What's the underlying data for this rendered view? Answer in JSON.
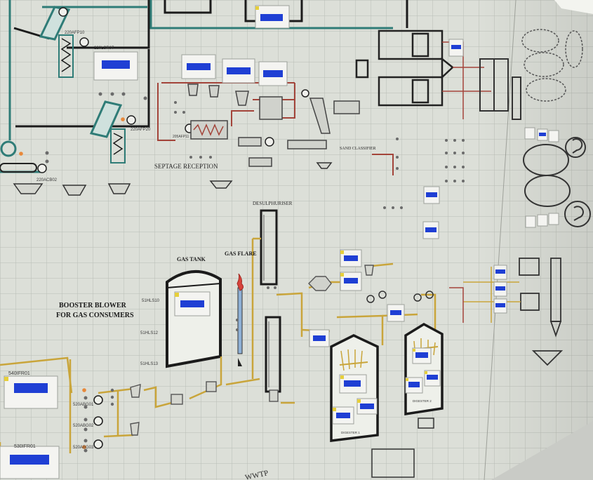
{
  "labels": {
    "septage_reception": "SEPTAGE RECEPTION",
    "sand_classifier": "SAND CLASSIFIER",
    "desulphuriser": "DESULPHURISER",
    "gas_tank": "GAS TANK",
    "gas_flare": "GAS FLARE",
    "booster_line1": "BOOSTER BLOWER",
    "booster_line2": "FOR GAS CONSUMERS",
    "wwtp": "WWTP",
    "digester_1": "DIGESTER 1",
    "digester_2": "DIGESTER 2"
  },
  "tags": {
    "t220afp10": "220AFP10",
    "t220lsr07": "220LSR07",
    "t220afp20": "220AFP20",
    "t220acb02": "220ACB02",
    "t205afp11": "205AFP11",
    "t51hls10": "51HLS10",
    "t51hls12": "51HLS12",
    "t51hls13": "51HLS13",
    "t540ifr01": "540IFR01",
    "t530ifr01": "530IFR01",
    "t520abg01": "520ABG01",
    "t520abg02": "520ABG02",
    "t520abg03": "520ABG03"
  },
  "colors": {
    "wall": "#dcdfd8",
    "grid": "#b9bdb6",
    "black_line": "#1b1b1b",
    "teal_line": "#2f7c77",
    "red_line": "#a3443a",
    "yellow_line": "#c9a53b",
    "display_blue": "#1f3fd4",
    "indicator_orange": "#e8893a"
  }
}
